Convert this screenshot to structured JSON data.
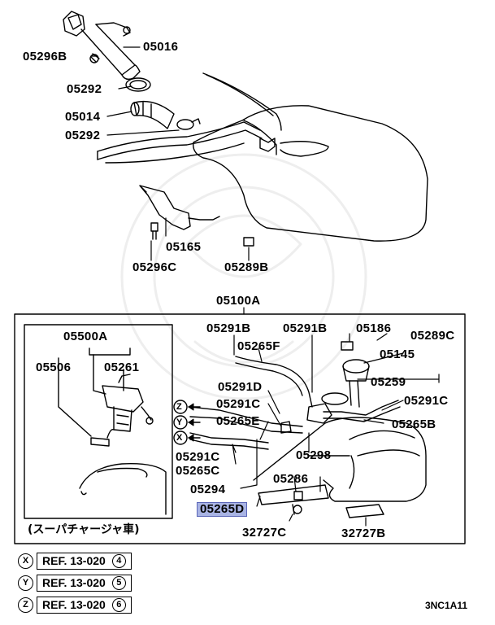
{
  "labels": {
    "p05016": "05016",
    "p05296B": "05296B",
    "p05292_top": "05292",
    "p05014": "05014",
    "p05292_mid": "05292",
    "p05165": "05165",
    "p05296C": "05296C",
    "p05289B": "05289B",
    "p05100A": "05100A",
    "p05500A": "05500A",
    "p05506": "05506",
    "p05261": "05261",
    "p05291B_left": "05291B",
    "p05291B_right": "05291B",
    "p05186": "05186",
    "p05289C": "05289C",
    "p05265F": "05265F",
    "p05145": "05145",
    "p05259": "05259",
    "p05291D": "05291D",
    "p05291C_a": "05291C",
    "p05291C_b": "05291C",
    "p05265E": "05265E",
    "p05265B": "05265B",
    "p05298": "05298",
    "p05291C_c": "05291C",
    "p05265C": "05265C",
    "p05286": "05286",
    "p05294": "05294",
    "p05265D": "05265D",
    "p32727C": "32727C",
    "p32727B": "32727B",
    "arrowZ": "Z",
    "arrowY": "Y",
    "arrowX": "X"
  },
  "inset_caption": "(スーパチャージャ車)",
  "references": [
    {
      "letter": "X",
      "ref": "REF. 13-020",
      "num": "4"
    },
    {
      "letter": "Y",
      "ref": "REF. 13-020",
      "num": "5"
    },
    {
      "letter": "Z",
      "ref": "REF. 13-020",
      "num": "6"
    }
  ],
  "diagram_code": "3NC1A11",
  "highlight_color": "#a9b4e4"
}
